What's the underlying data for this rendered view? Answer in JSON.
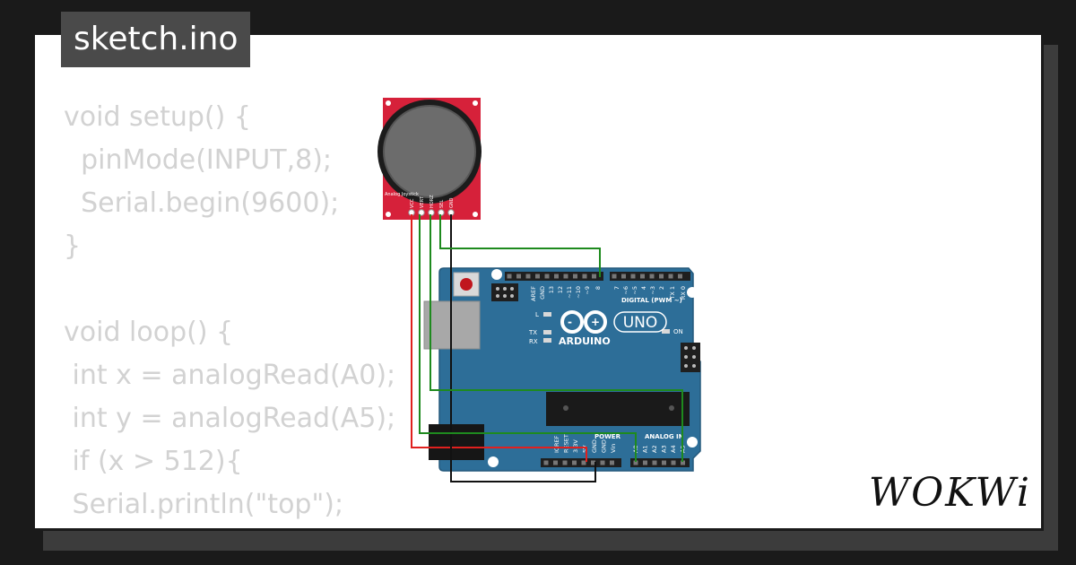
{
  "title": "sketch.ino",
  "code_lines": [
    "void setup() {",
    "  pinMode(INPUT,8);",
    "  Serial.begin(9600);",
    "}",
    "",
    "void loop() {",
    " int x = analogRead(A0);",
    " int y = analogRead(A5);",
    " if (x > 512){",
    " Serial.println(\"top\");",
    " }"
  ],
  "logo": "WOKWi",
  "joystick": {
    "label": "Analog Joystick",
    "pins": [
      "VCC",
      "VERT",
      "HORZ",
      "SEL",
      "GND"
    ]
  },
  "arduino": {
    "brand": "ARDUINO",
    "model": "UNO",
    "digital_label": "DIGITAL (PWM ~)",
    "power_label": "POWER",
    "analog_label": "ANALOG IN",
    "led_l": "L",
    "led_tx": "TX",
    "led_rx": "RX",
    "led_on": "ON",
    "digital_pins": [
      "AREF",
      "GND",
      "13",
      "12",
      "~11",
      "~10",
      "~9",
      "8",
      "7",
      "~6",
      "~5",
      "4",
      "~3",
      "2",
      "TX 1",
      "RX 0"
    ],
    "power_pins": [
      "IOREF",
      "RESET",
      "3.3V",
      "5V",
      "GND",
      "GND",
      "Vin"
    ],
    "analog_pins": [
      "A0",
      "A1",
      "A2",
      "A3",
      "A4",
      "A5"
    ]
  },
  "colors": {
    "background": "#1a1a1a",
    "card": "#ffffff",
    "tab": "#4a4a4a",
    "code_text": "#d2d2d2",
    "board": "#2d6e98",
    "joystick_pcb": "#d6213a",
    "wire_red": "#e0201e",
    "wire_black": "#111111",
    "wire_green": "#1e8a1e"
  }
}
